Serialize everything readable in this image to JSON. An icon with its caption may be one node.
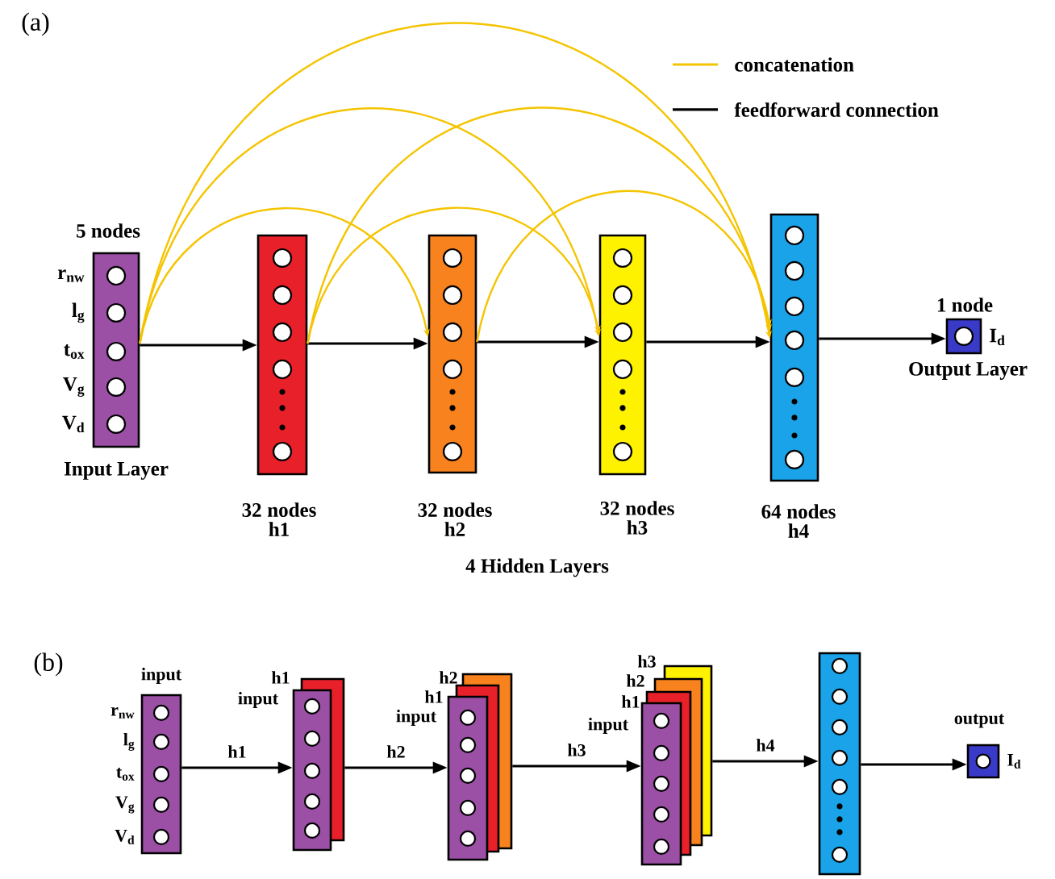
{
  "diagram": {
    "nodes": [
      {
        "text": [
          "5 nodes",
          "r$_{nw}$",
          "l$_{g}$",
          "t$_{ox}$",
          "V$_{g}$",
          "V$_{d}$",
          "Input Layer"
        ]
      },
      {
        "text": [
          "32 nodes h1"
        ]
      },
      {
        "text": [
          "32 nodes h2"
        ]
      },
      {
        "text": [
          "32 nodes h3"
        ]
      },
      {
        "text": [
          "64 nodes h4"
        ]
      },
      {
        "text": [
          "1 node",
          "I$_{d}$",
          "Output Layer"
        ]
      },
      {
        "text": [
          "input",
          "r$_{nw}$",
          "l$_{g}$",
          "t$_{ox}$",
          "V$_{g}$",
          "V$_{d}$"
        ]
      },
      {
        "text": [
          "h1"
        ]
      },
      {
        "text": [
          "input"
        ]
      },
      {
        "text": [
          "h2"
        ]
      },
      {
        "text": [
          "h1"
        ]
      },
      {
        "text": [
          "input"
        ]
      },
      {
        "text": [
          "h3"
        ]
      },
      {
        "text": [
          "h2"
        ]
      },
      {
        "text": [
          "h1"
        ]
      },
      {
        "text": [
          "input"
        ]
      },
      {
        "text": [],
        "shape": "box"
      },
      {
        "text": [
          "output",
          "I$_{d}$"
        ]
      }
    ],
    "edges": [
      {
        "from": 0,
        "to": 1,
        "arrow": "to"
      },
      {
        "from": 1,
        "to": 2,
        "arrow": "to"
      },
      {
        "from": 2,
        "to": 3,
        "arrow": "to"
      },
      {
        "from": 3,
        "to": 4,
        "arrow": "to"
      },
      {
        "from": 4,
        "to": 5,
        "arrow": "to"
      },
      {
        "from": 0,
        "to": 2,
        "arrow": "to",
        "color": "#f5c400"
      },
      {
        "from": 0,
        "to": 3,
        "arrow": "to",
        "color": "#f5c400"
      },
      {
        "from": 0,
        "to": 4,
        "arrow": "to",
        "color": "#f5c400"
      },
      {
        "from": 1,
        "to": 3,
        "arrow": "to",
        "color": "#f5c400"
      },
      {
        "from": 1,
        "to": 4,
        "arrow": "to",
        "color": "#f5c400"
      },
      {
        "from": 2,
        "to": 4,
        "arrow": "to",
        "color": "#f5c400"
      },
      {
        "from": 6,
        "to": 8,
        "arrow": "to",
        "label": "h1"
      },
      {
        "from": 7,
        "to": 11,
        "arrow": "to",
        "label": "h2"
      },
      {
        "from": 9,
        "to": 15,
        "arrow": "to",
        "label": "h3"
      },
      {
        "from": 12,
        "to": 16,
        "arrow": "to",
        "label": "h4"
      },
      {
        "from": 16,
        "to": 17,
        "arrow": "to"
      }
    ],
    "labels": [
      "(a)",
      "4 Hidden Layers",
      "(b)"
    ],
    "legend": [
      {
        "text": "concatenation"
      },
      {
        "text": "feedforward connection"
      }
    ]
  }
}
